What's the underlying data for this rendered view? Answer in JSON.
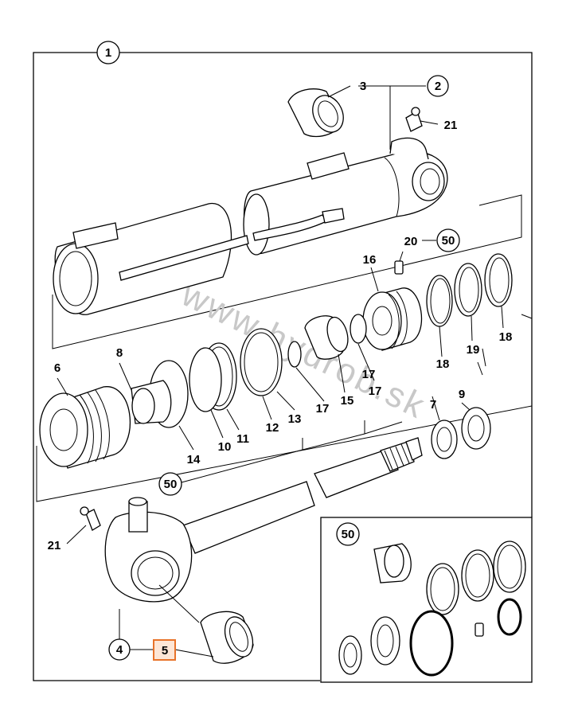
{
  "watermark": "www.hydrob.sk",
  "callouts": {
    "c1": "1",
    "c2": "2",
    "c3": "3",
    "c4": "4",
    "c5": "5",
    "c6": "6",
    "c7": "7",
    "c8": "8",
    "c9": "9",
    "c10": "10",
    "c11": "11",
    "c12": "12",
    "c13": "13",
    "c14": "14",
    "c15": "15",
    "c16": "16",
    "c17a": "17",
    "c17b": "17",
    "c17c": "17",
    "c18a": "18",
    "c18b": "18",
    "c19": "19",
    "c20": "20",
    "c21a": "21",
    "c21b": "21",
    "c50a": "50",
    "c50b": "50",
    "c50c": "50"
  },
  "highlight_color": "#e8732a",
  "highlight_fill": "#fde6d6"
}
